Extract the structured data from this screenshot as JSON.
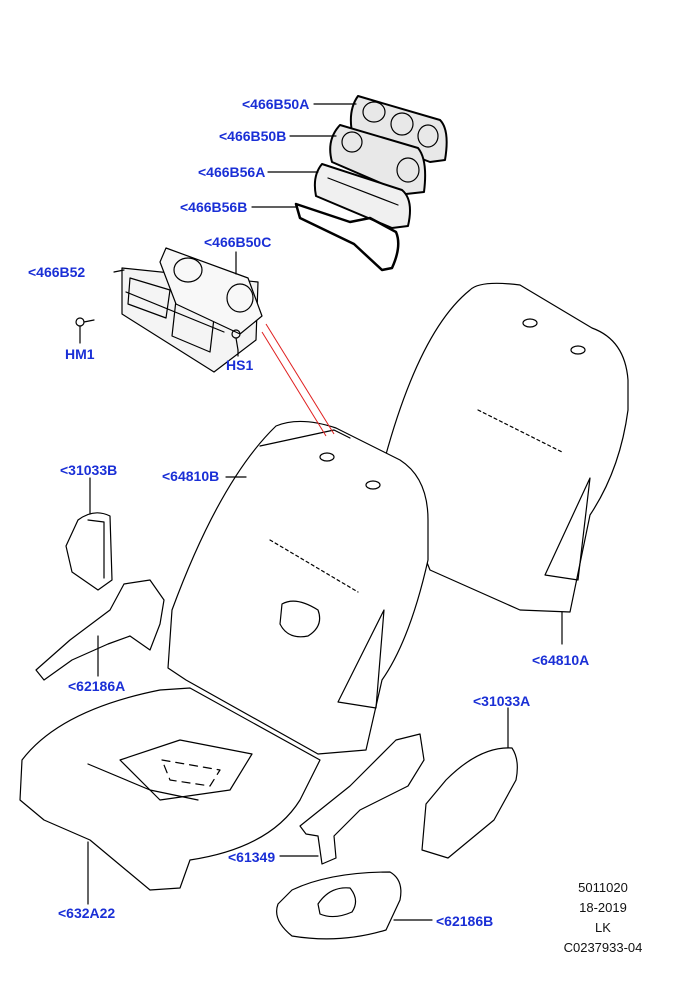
{
  "callouts": {
    "c466B50A": "<466B50A",
    "c466B50B": "<466B50B",
    "c466B56A": "<466B56A",
    "c466B56B": "<466B56B",
    "c466B50C": "<466B50C",
    "c466B52": "<466B52",
    "HM1": "HM1",
    "HS1": "HS1",
    "c31033B": "<31033B",
    "c64810B": "<64810B",
    "c64810A": "<64810A",
    "c62186A": "<62186A",
    "c31033A": "<31033A",
    "c61349": "<61349",
    "c632A22": "<632A22",
    "c62186B": "<62186B"
  },
  "footer": {
    "line1": "5011020",
    "line2": "18-2019",
    "line3": "LK",
    "line4": "C0237933-04"
  },
  "colors": {
    "callout": "#1a2fd6",
    "lines": "#000000",
    "highlight": "#e02020"
  }
}
